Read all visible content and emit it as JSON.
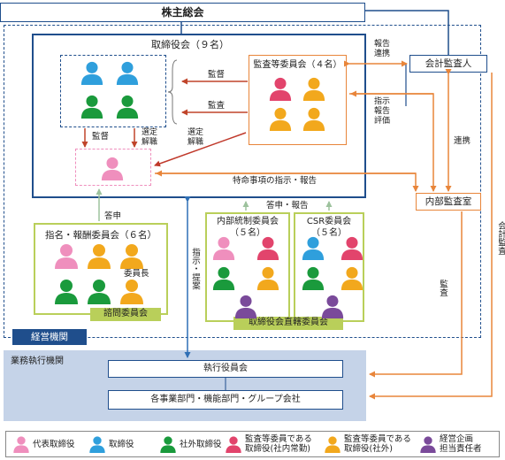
{
  "shareholders_meeting": "株主総会",
  "board": {
    "title": "取締役会（９名）"
  },
  "audit_committee": {
    "title": "監査等委員会（４名）"
  },
  "external_auditor": "会計監査人",
  "internal_audit": "内部監査室",
  "nomination_committee": {
    "title": "指名・報酬委員会（６名）",
    "chair": "委員長",
    "tag": "諮問委員会"
  },
  "internal_control_committee": {
    "title_line1": "内部統制委員会",
    "title_line2": "（５名）"
  },
  "csr_committee": {
    "title_line1": "CSR委員会",
    "title_line2": "（５名）"
  },
  "direct_committees_tag": "取締役会直轄委員会",
  "management_label": "経営機関",
  "execution": {
    "label": "業務執行機関",
    "officers": "執行役員会",
    "departments": "各事業部門・機能部門・グループ会社"
  },
  "arrows": {
    "supervise_1": "監督",
    "audit_1": "監査",
    "supervise_2": "監督",
    "appoint_1": "選定\n解職",
    "appoint_2": "選定\n解職",
    "report_coop": "報告\n連携",
    "instruct_report_eval": "指示\n報告\n評価",
    "coop": "連携",
    "special_instruction": "特命事項の指示・報告",
    "consult_1": "答申",
    "consult_2": "答申・報告",
    "instruct_propose": "指示・提案",
    "audit_2": "監査",
    "accounting_audit": "会計監査"
  },
  "legend": [
    {
      "label": "代表取締役",
      "color": "#ef8fbd"
    },
    {
      "label": "取締役",
      "color": "#2f9fdc"
    },
    {
      "label": "社外取締役",
      "color": "#1a9a3c"
    },
    {
      "label": "監査等委員である\n取締役(社内常勤)",
      "color": "#e2446c"
    },
    {
      "label": "監査等委員である\n取締役(社外)",
      "color": "#f2a81d"
    },
    {
      "label": "経営企画\n担当責任者",
      "color": "#7a4a9a"
    }
  ],
  "colors": {
    "navy": "#1f4e8c",
    "red": "#c0392b",
    "orange": "#e8853a",
    "blue_arrow": "#2f6fb5",
    "green_frame": "#b9cf5a",
    "mgmt_bg": "#c5d3e8"
  }
}
